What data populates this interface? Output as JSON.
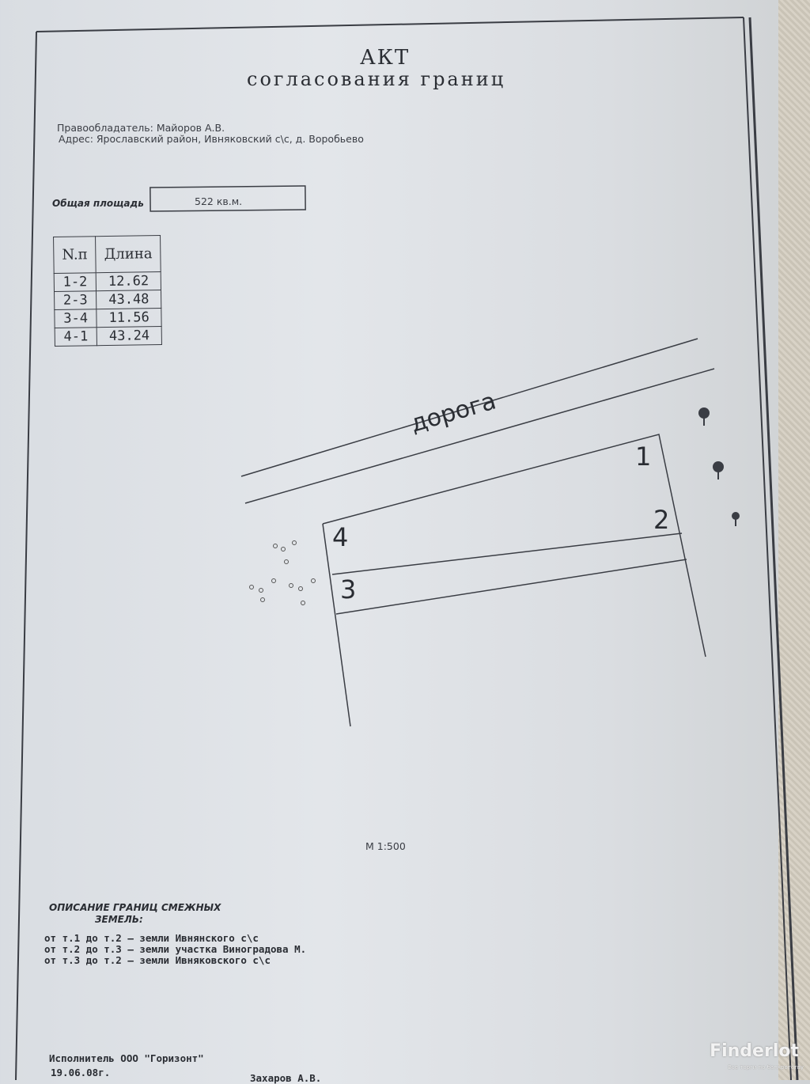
{
  "title": "АКТ",
  "subtitle": "согласования границ",
  "owner": "Правообладатель: Майоров А.В.",
  "address": "Адрес: Ярославский район, Ивняковский с\\с, д. Воробьево",
  "area_label": "Общая площадь",
  "area_value": "522  кв.м.",
  "lengths_table": {
    "headers": [
      "N.п",
      "Длина"
    ],
    "rows": [
      [
        "1-2",
        "12.62"
      ],
      [
        "2-3",
        "43.48"
      ],
      [
        "3-4",
        "11.56"
      ],
      [
        "4-1",
        "43.24"
      ]
    ]
  },
  "plan": {
    "road_label": "дорога",
    "points": [
      "1",
      "2",
      "3",
      "4"
    ],
    "scale": "М 1:500"
  },
  "adjacent": {
    "heading_line1": "ОПИСАНИЕ ГРАНИЦ СМЕЖНЫХ",
    "heading_line2": "ЗЕМЕЛЬ:",
    "lines": [
      "от т.1 до т.2  – земли Ивнянского с\\с",
      "от т.2 до т.3  – земли участка Виноградова М.",
      "от т.3 до т.2  – земли Ивняковского с\\с"
    ]
  },
  "executor": "Исполнитель ООО \"Горизонт\"",
  "date": "19.06.08г.",
  "signer": "Захаров А.В.",
  "watermark": {
    "brand": "Finderlot",
    "tagline": "Все торги по банкротству"
  }
}
